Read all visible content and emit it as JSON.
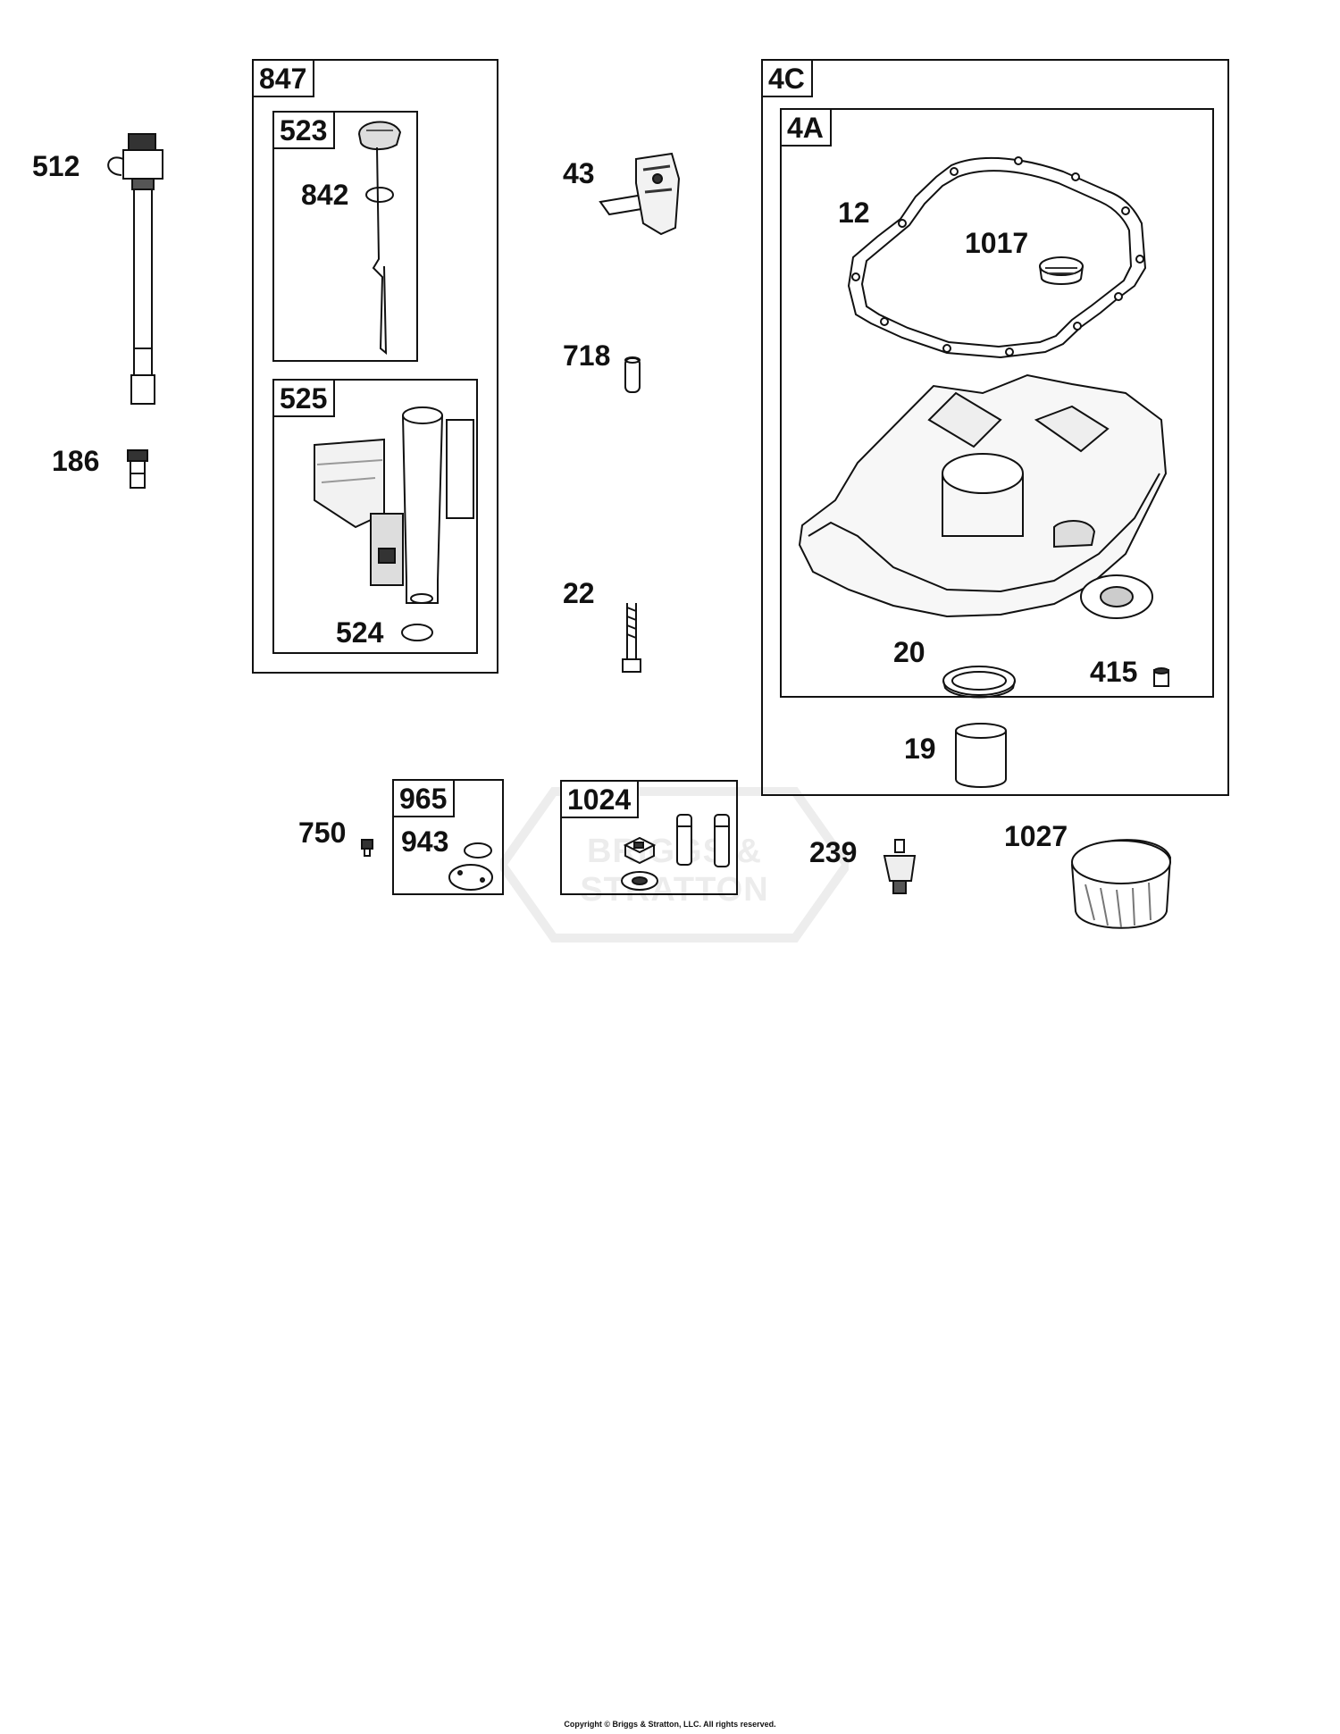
{
  "diagram": {
    "watermark_text": "BRIGGS & STRATTON",
    "copyright": "Copyright © Briggs & Stratton, LLC. All rights reserved.",
    "groups": {
      "g847": "847",
      "g523": "523",
      "g525": "525",
      "g4c": "4C",
      "g4a": "4A",
      "g965": "965",
      "g1024": "1024"
    },
    "parts": {
      "p512": "512",
      "p186": "186",
      "p842": "842",
      "p524": "524",
      "p43": "43",
      "p718": "718",
      "p22": "22",
      "p12": "12",
      "p1017": "1017",
      "p20": "20",
      "p415": "415",
      "p19": "19",
      "p750": "750",
      "p943": "943",
      "p239": "239",
      "p1027": "1027"
    }
  }
}
